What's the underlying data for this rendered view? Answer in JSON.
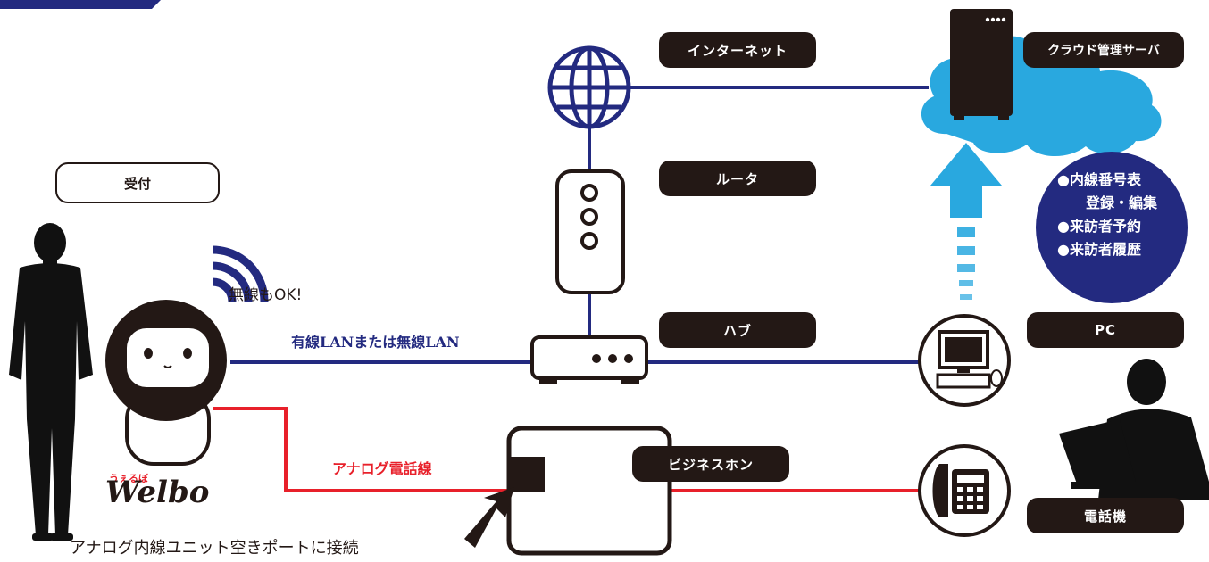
{
  "nodes": {
    "internet": "インターネット",
    "cloud_server": "クラウド管理サーバ",
    "router": "ルータ",
    "hub": "ハブ",
    "pc": "PC",
    "business_phone": "ビジネスホン",
    "telephone": "電話機",
    "reception": "受付"
  },
  "connections": {
    "lan": "有線LANまたは無線LAN",
    "analog": "アナログ電話線",
    "wireless_ok": "無線もOK!"
  },
  "note": "アナログ内線ユニット空きポートに接続",
  "welbo": {
    "ruby": "うぇるぼ",
    "logo": "Welbo"
  },
  "features": {
    "line1": "●内線番号表",
    "line2": "登録・編集",
    "line3": "●来訪者予約",
    "line4": "●来訪者履歴"
  },
  "colors": {
    "lan_line": "#232a80",
    "analog_line": "#e8202a",
    "cloud": "#29a8df",
    "badge": "#232a80",
    "label_bg": "#231815"
  }
}
